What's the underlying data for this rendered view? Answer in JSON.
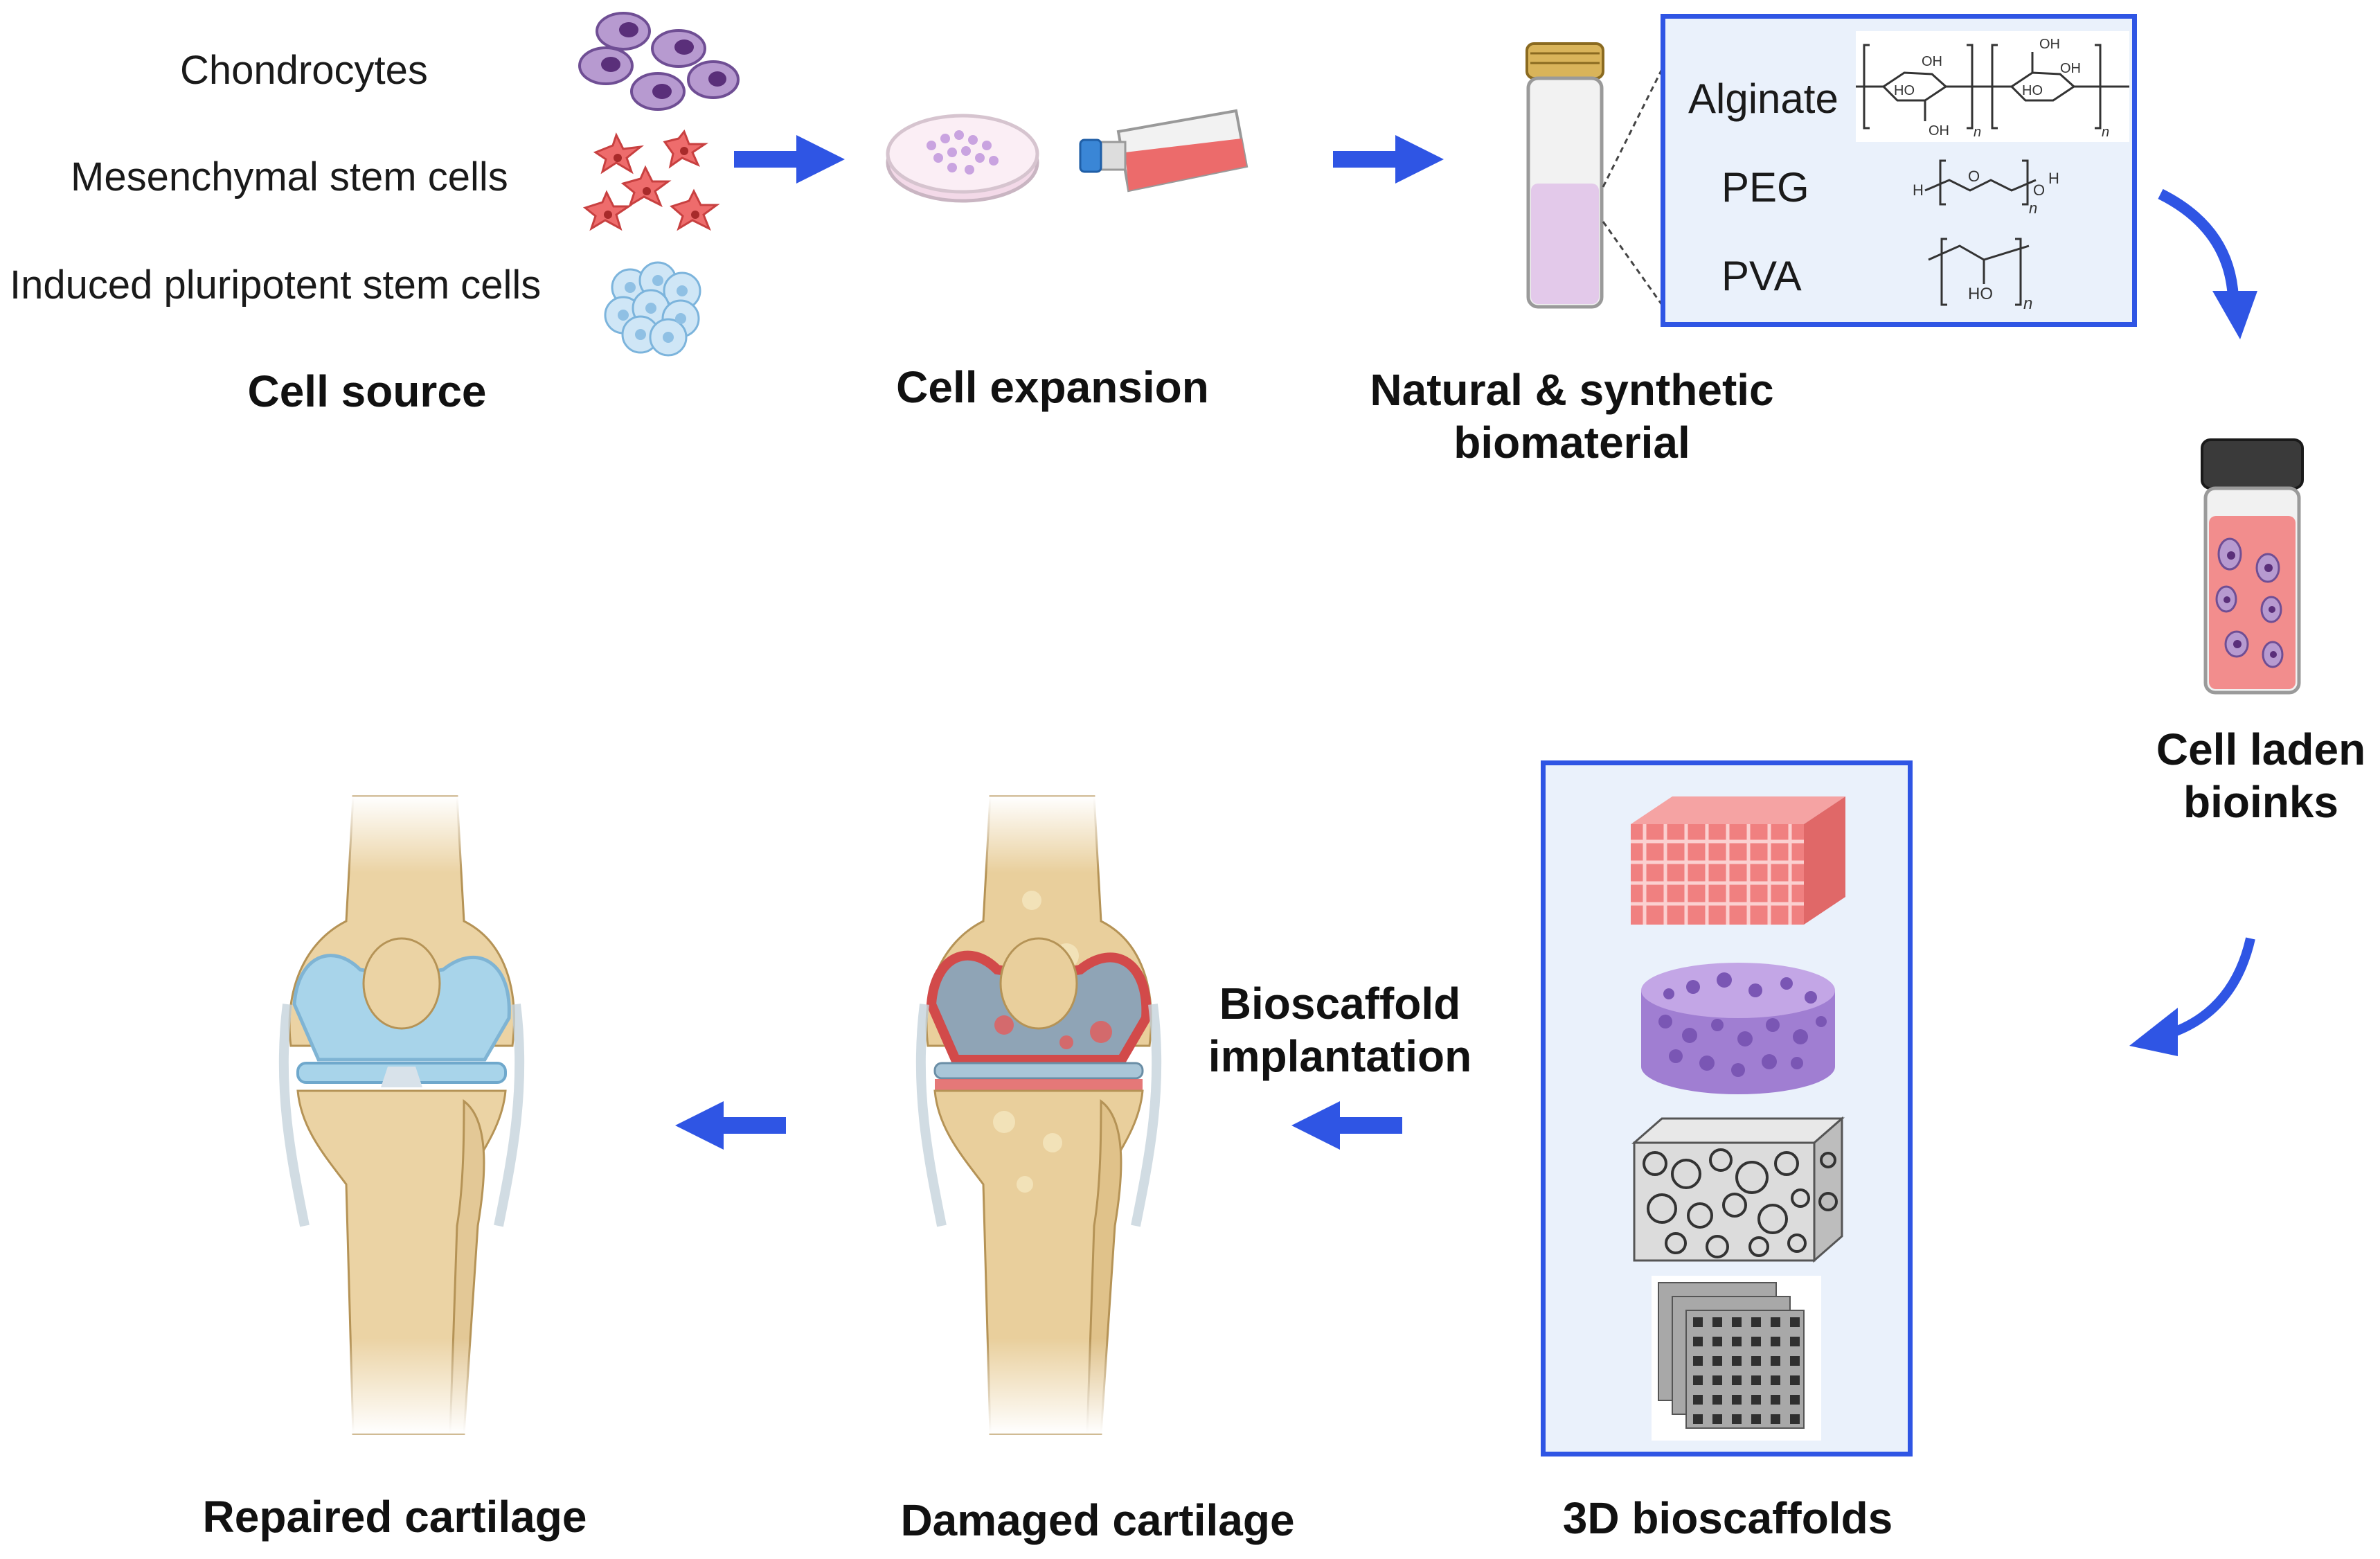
{
  "cell_source": {
    "types": [
      "Chondrocytes",
      "Mesenchymal stem cells",
      "Induced pluripotent stem cells"
    ],
    "title": "Cell source"
  },
  "cell_expansion": {
    "title": "Cell expansion"
  },
  "biomaterial": {
    "title_line1": "Natural & synthetic",
    "title_line2": "biomaterial",
    "materials": [
      {
        "name": "Alginate"
      },
      {
        "name": "PEG"
      },
      {
        "name": "PVA"
      }
    ]
  },
  "bioinks": {
    "title_line1": "Cell laden",
    "title_line2": "bioinks"
  },
  "scaffolds": {
    "title": "3D bioscaffolds"
  },
  "implantation": {
    "line1": "Bioscaffold",
    "line2": "implantation"
  },
  "damaged": {
    "title": "Damaged cartilage"
  },
  "repaired": {
    "title": "Repaired cartilage"
  },
  "colors": {
    "arrow": "#2f55e4",
    "box_border": "#2f55e4",
    "box_fill": "#eaf1fb",
    "bone": "#e8d2a8",
    "cartilage_healthy": "#a8d4ea",
    "inflammation": "#e06060"
  },
  "icons": [
    "chondrocyte-cells-icon",
    "stem-cells-icon",
    "ipsc-cluster-icon",
    "petri-dish-icon",
    "culture-flask-icon",
    "vial-icon",
    "bioink-vial-icon",
    "lattice-scaffold-icon",
    "porous-cylinder-scaffold-icon",
    "sponge-scaffold-icon",
    "grid-scaffold-icon",
    "knee-joint-icon"
  ]
}
